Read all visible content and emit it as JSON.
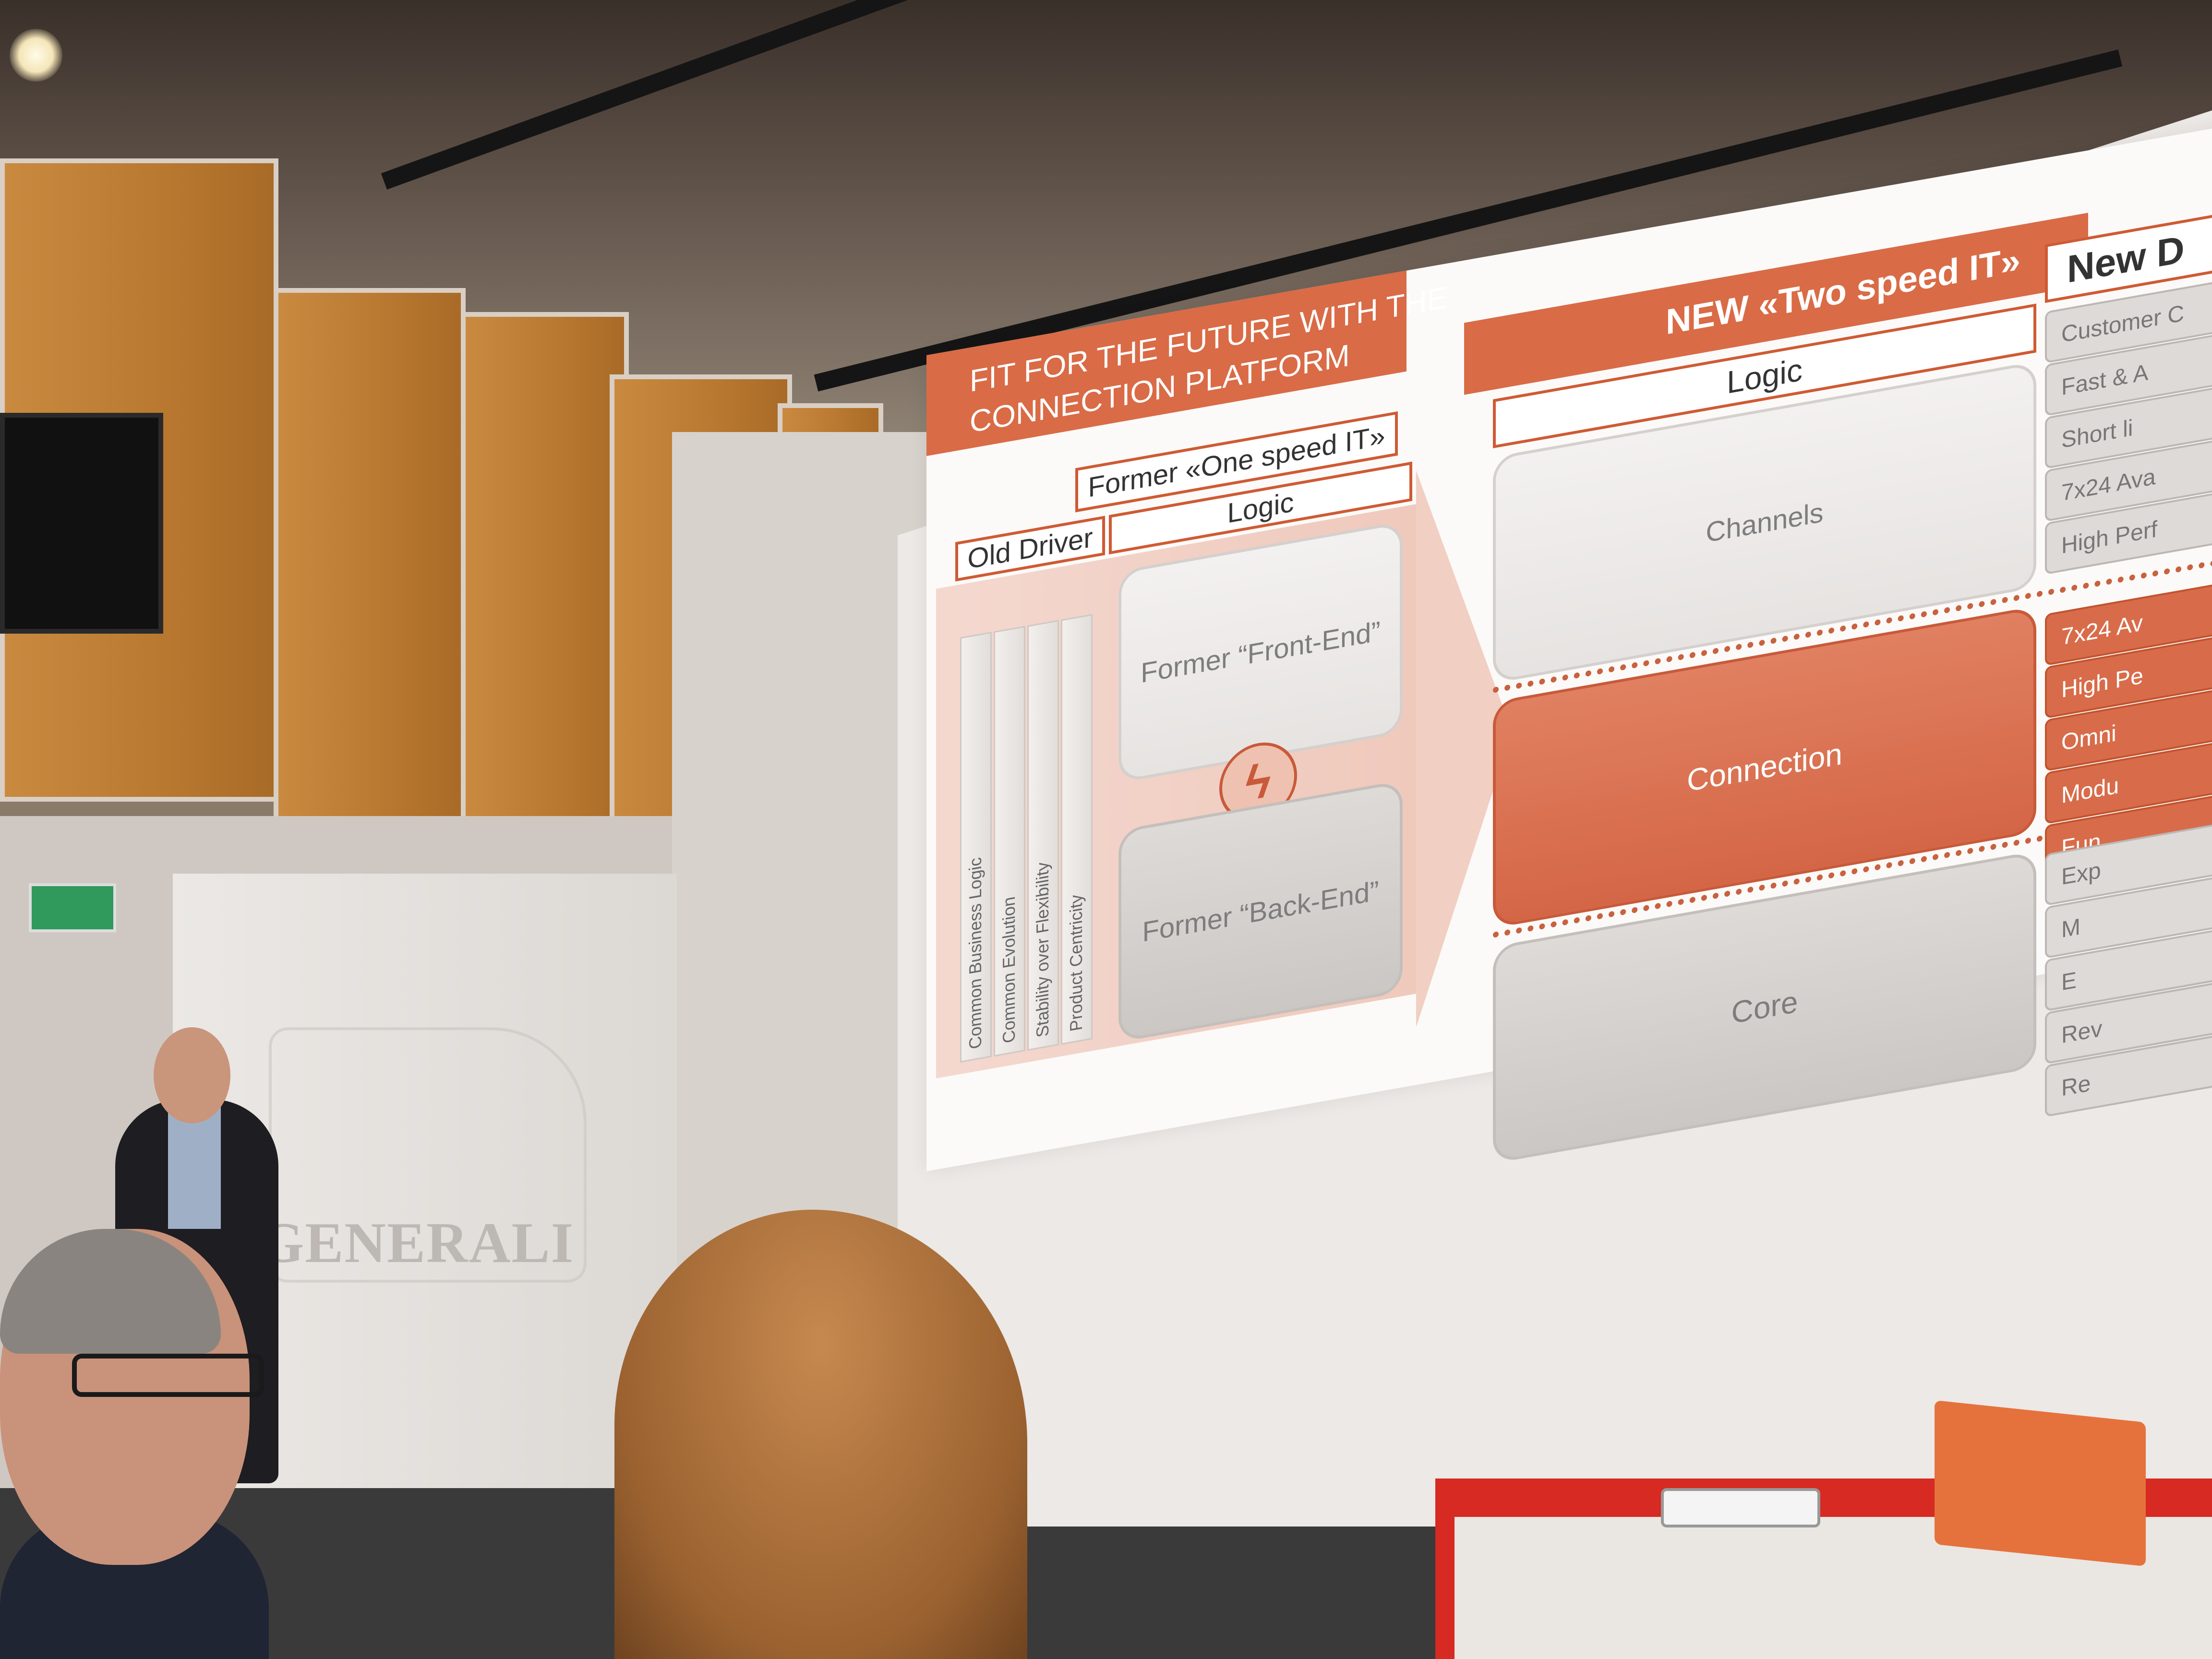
{
  "slide": {
    "title_lines": [
      "FIT FOR THE FUTURE WITH THE",
      "CONNECTION PLATFORM"
    ],
    "former_title": "Former «One speed IT»",
    "old_driver_label": "Old Driver",
    "logic_left_label": "Logic",
    "pillars": [
      "Common Business Logic",
      "Common Evolution",
      "Stability over Flexibility",
      "Product Centricity"
    ],
    "former_front_end": "Former “Front-End”",
    "former_back_end": "Former “Back-End”",
    "new_title": "NEW «Two speed IT»",
    "logic_right_label": "Logic",
    "layers": {
      "channels": "Channels",
      "connection": "Connection",
      "core": "Core"
    },
    "new_d_label": "New D",
    "channels_drivers": [
      "Customer C",
      "Fast & A",
      "Short li",
      "7x24 Ava",
      "High Perf"
    ],
    "connection_drivers": [
      "7x24 Av",
      "High Pe",
      "Omni",
      "Modu",
      "Fun"
    ],
    "core_drivers": [
      "Exp",
      "M",
      "E",
      "Rev",
      "Re"
    ]
  },
  "room": {
    "wall_logo_text": "GENERALI"
  },
  "colors": {
    "accent": "#d96b46",
    "accent_dark": "#c85a3a",
    "desk_red": "#d62a22"
  }
}
